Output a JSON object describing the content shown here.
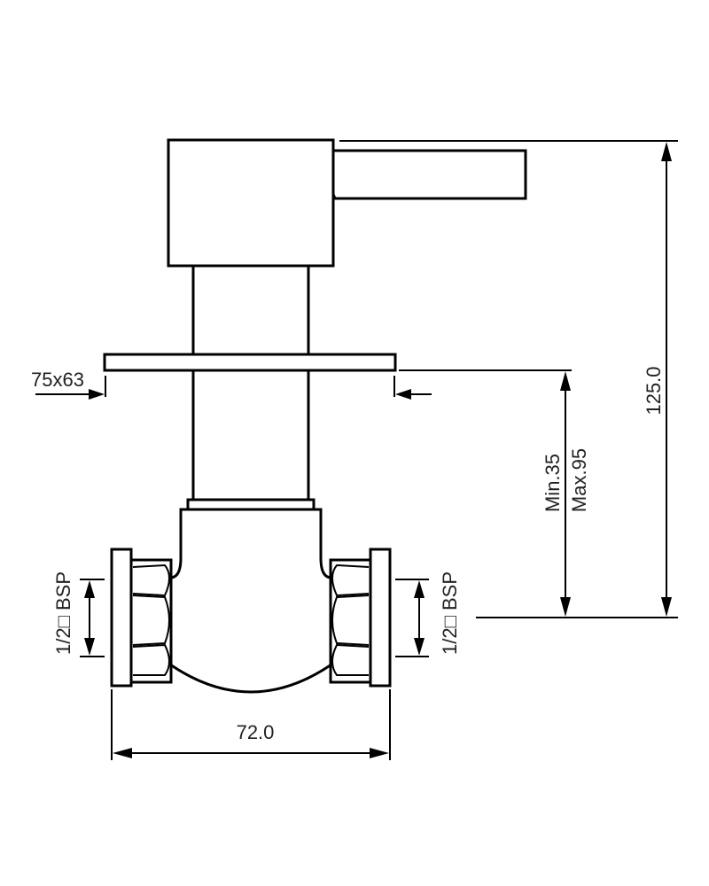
{
  "dimensions": {
    "overall_height": "125.0",
    "width": "72.0",
    "plate_size": "75x63",
    "wall_min": "Min.35",
    "wall_max": "Max.95",
    "thread_left": "1/2□ BSP",
    "thread_right": "1/2□ BSP"
  }
}
